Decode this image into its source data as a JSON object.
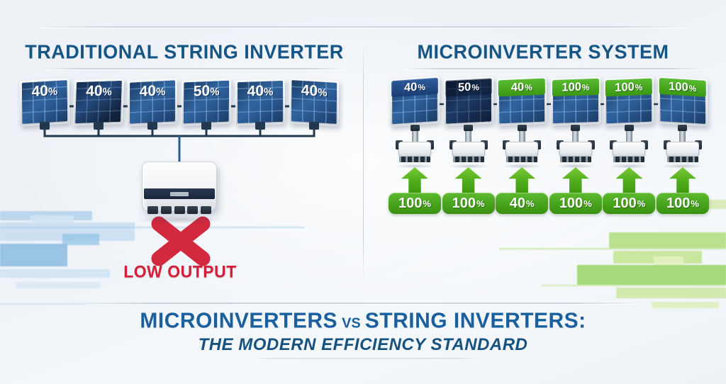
{
  "left_section": {
    "title": "TRADITIONAL STRING INVERTER",
    "panel_labels": [
      {
        "value": "40",
        "suffix": "%"
      },
      {
        "value": "40",
        "suffix": "%"
      },
      {
        "value": "40",
        "suffix": "%"
      },
      {
        "value": "50",
        "suffix": "%"
      },
      {
        "value": "40",
        "suffix": "%"
      },
      {
        "value": "40",
        "suffix": "%"
      }
    ],
    "result_label": "LOW OUTPUT"
  },
  "right_section": {
    "title": "MICROINVERTER SYSTEM",
    "units": [
      {
        "panel_value": "40",
        "panel_suffix": "%",
        "panel_style": "blue",
        "output_value": "100",
        "output_suffix": "%"
      },
      {
        "panel_value": "50",
        "panel_suffix": "%",
        "panel_style": "navy",
        "output_value": "100",
        "output_suffix": "%"
      },
      {
        "panel_value": "40",
        "panel_suffix": "%",
        "panel_style": "green",
        "output_value": "40",
        "output_suffix": "%"
      },
      {
        "panel_value": "100",
        "panel_suffix": "%",
        "panel_style": "green",
        "output_value": "100",
        "output_suffix": "%"
      },
      {
        "panel_value": "100",
        "panel_suffix": "%",
        "panel_style": "green",
        "output_value": "100",
        "output_suffix": "%"
      },
      {
        "panel_value": "100",
        "panel_suffix": "%",
        "panel_style": "green",
        "output_value": "100",
        "output_suffix": "%"
      }
    ]
  },
  "footer": {
    "line1_left": "MICROINVERTERS",
    "line1_vs": "VS",
    "line1_right": "STRING INVERTERS:",
    "line2": "THE MODERN EFFICIENCY STANDARD"
  },
  "colors": {
    "title_blue": "#155687",
    "footer_blue": "#1a5f9e",
    "alert_red": "#d21f3a",
    "success_green": "#46a31b",
    "panel_blue": "#30649f",
    "wire_navy": "#22384f"
  }
}
